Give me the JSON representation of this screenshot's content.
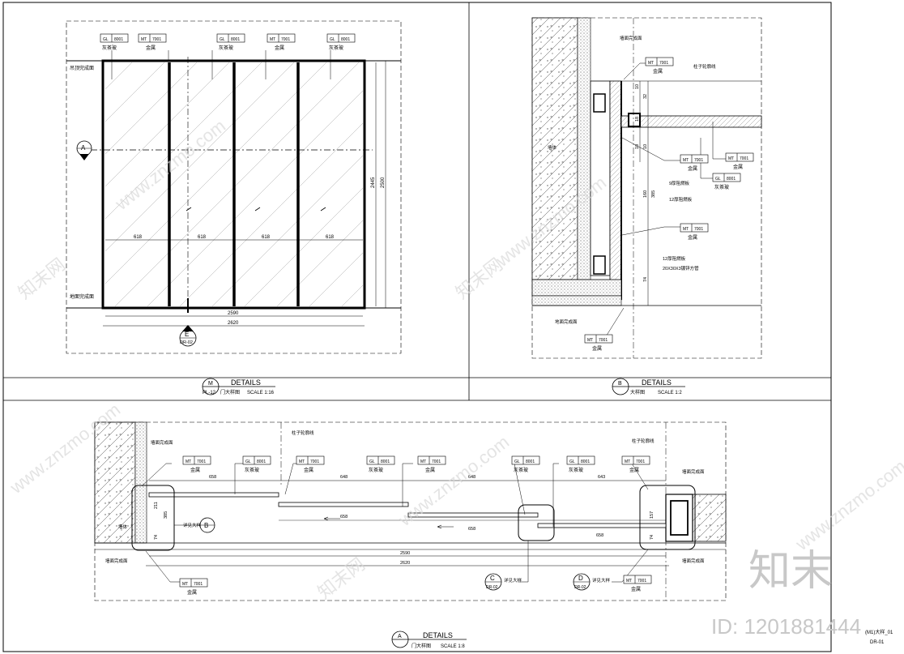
{
  "materials": {
    "gl_code": "GL",
    "gl_num": "8001",
    "gl_name": "灰茶玻",
    "mt_code": "MT",
    "mt_num": "7001",
    "mt_name": "金属"
  },
  "labels": {
    "ceiling_finish": "吊顶完成面",
    "floor_finish": "地面完成面",
    "wall_finish": "墙面完成面",
    "column_line": "柱子轮廓线",
    "wall_body": "墙体",
    "board_9": "9厚阻燃板",
    "board_12a": "12厚阻燃板",
    "board_12b": "12厚阻燃板",
    "steel_tube": "20X30X3镀锌方管",
    "see_detail": "详见大样"
  },
  "dims_elev": {
    "panel_1": "618",
    "panel_2": "618",
    "panel_3": "618",
    "panel_4": "618",
    "inner_w": "2590",
    "outer_w": "2620",
    "h_inner": "2445",
    "h_outer": "2500"
  },
  "dims_sect": {
    "a1": "10",
    "a2": "32",
    "a3": "18",
    "a4": "10",
    "a5": "10",
    "a6": "160",
    "a7": "385",
    "a8": "74"
  },
  "dims_plan": {
    "top_1": "658",
    "top_2": "648",
    "top_3": "648",
    "top_4": "643",
    "mid_1": "658",
    "mid_2": "658",
    "mid_3": "658",
    "inner_w": "2590",
    "outer_w": "2620",
    "l1": "211",
    "l2": "385",
    "l3": "74",
    "r1": "157",
    "r2": "74"
  },
  "callouts": {
    "a_letter": "A",
    "e_letter": "E",
    "e_sheet": "DR-02",
    "b_letter": "B",
    "c_letter": "C",
    "c_sheet": "DR-02",
    "d_letter": "D",
    "d_sheet": "DR-02"
  },
  "titles": {
    "t1_letter": "M",
    "t1_sheet": "PL-12",
    "t1_details": "DETAILS",
    "t1_name": "门大样图",
    "t1_scale": "SCALE  1:16",
    "t2_letter": "B",
    "t2_details": "DETAILS",
    "t2_name": "大样图",
    "t2_scale": "SCALE  1:2",
    "t3_letter": "A",
    "t3_details": "DETAILS",
    "t3_name": "门大样图",
    "t3_scale": "SCALE  1:8"
  },
  "sheet_info": {
    "drawing_title": "(M1)大样_01",
    "sheet_no": "DR-01"
  },
  "watermark": {
    "brand": "知末",
    "site": "www.znzmo.com",
    "site_cn": "知末网",
    "id_text": "ID: 1201881444"
  }
}
